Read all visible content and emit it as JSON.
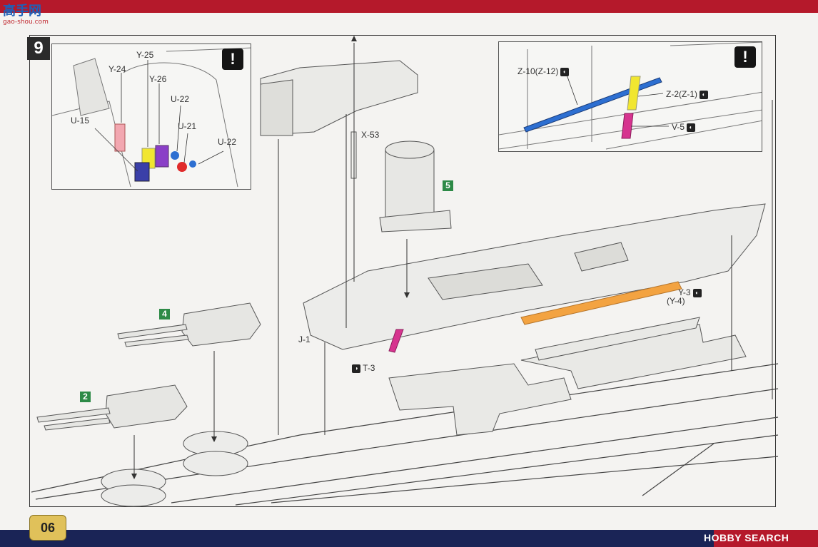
{
  "watermark": {
    "line1": "高手网",
    "line2": "gao-shou.com"
  },
  "step": {
    "number": "9"
  },
  "warning_symbol": "!",
  "inset_left": {
    "labels": [
      "Y-24",
      "Y-25",
      "Y-26",
      "U-15",
      "U-22",
      "U-21",
      "U-22"
    ]
  },
  "inset_right": {
    "labels": [
      "Z-10(Z-12)",
      "Z-2(Z-1)",
      "V-5"
    ]
  },
  "main": {
    "part_labels": {
      "x53": "X-53",
      "j1": "J-1",
      "t3": "T-3",
      "y3": "Y-3",
      "y4": "(Y-4)"
    },
    "sub_steps": {
      "s5": "5",
      "s4": "4",
      "s2": "2"
    }
  },
  "footer": {
    "page": "06",
    "brand": "HOBBY SEARCH"
  },
  "colors": {
    "brand_red": "#b5192b",
    "brand_navy": "#1a2456",
    "part_blue": "#2d6fd1",
    "part_yellow": "#f1e630",
    "part_magenta": "#d6348f",
    "part_orange": "#f3a341",
    "part_pink": "#f2a7b0",
    "part_purple": "#8a3fc7",
    "part_red": "#e02b2b",
    "part_navy": "#3a3fa8",
    "step_green": "#2d8a47",
    "page_gold": "#e0c15a"
  },
  "icons": [
    "warning-icon",
    "reverse-side-icon",
    "assembly-arrow-icon"
  ]
}
